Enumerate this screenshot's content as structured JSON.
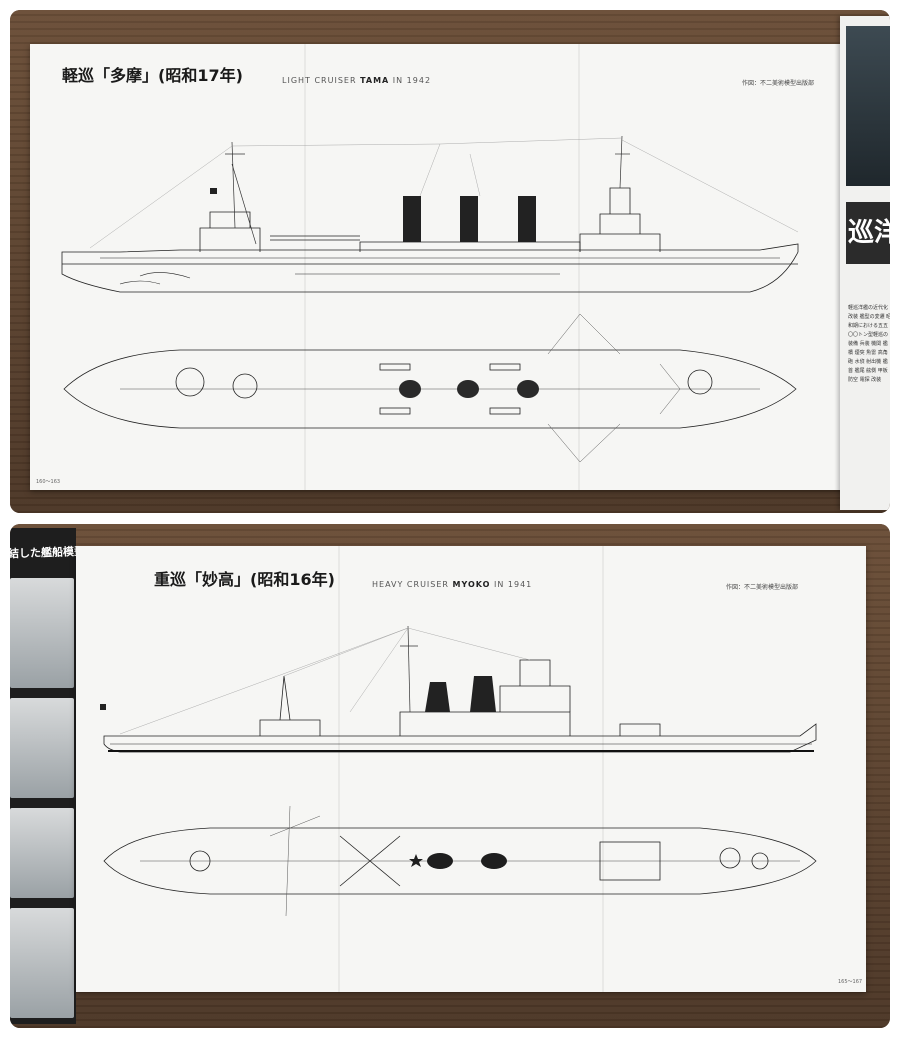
{
  "top_spread": {
    "title_jp": "軽巡「多摩」(昭和17年)",
    "title_en_prefix": "LIGHT CRUISER",
    "title_en_name": "TAMA",
    "title_en_suffix": "IN 1942",
    "credit": "作図：不二美術模型出版部",
    "page_number": "160～163",
    "side_heading": "巡洋",
    "side_text": "軽巡洋艦の近代化改装 艦型の変遷 昭和期における五五〇〇トン型軽巡の装備 兵装 機関 艦橋 煙突 魚雷 高角砲 水偵 射出機 艦首 艦尾 舷側 甲板 防空 電探 改装"
  },
  "bottom_spread": {
    "title_jp": "重巡「妙高」(昭和16年)",
    "title_en_prefix": "HEAVY CRUISER",
    "title_en_name": "MYOKO",
    "title_en_suffix": "IN 1941",
    "credit": "作図：不二美術模型出版部",
    "page_number": "165～167",
    "left_band": "結した艦船模型ー"
  },
  "colors": {
    "table_wood": "#5a4330",
    "paper": "#f6f6f4",
    "ink": "#1a1a1a"
  }
}
